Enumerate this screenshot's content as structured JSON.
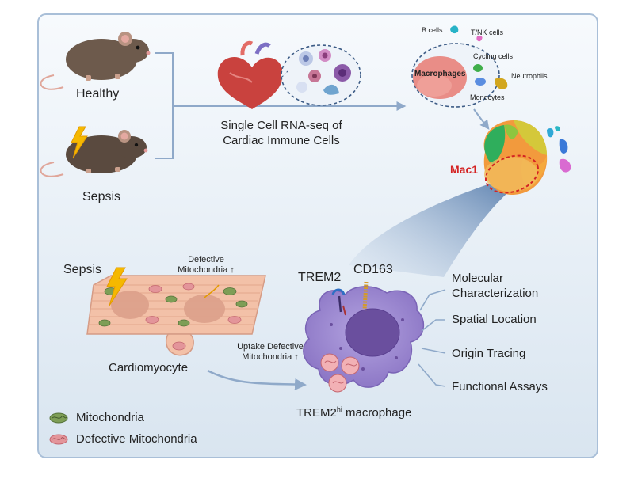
{
  "figure": {
    "mice": {
      "healthy_label": "Healthy",
      "sepsis_label": "Sepsis"
    },
    "scrnaseq": {
      "line1": "Single Cell RNA-seq of",
      "line2": "Cardiac Immune Cells"
    },
    "clusters": {
      "b_cells": "B cells",
      "tnk_cells": "T/NK cells",
      "cycling_cells": "Cycling cells",
      "macrophages": "Macrophages",
      "neutrophils": "Neutrophils",
      "monocytes": "Monocytes",
      "mac1": "Mac1"
    },
    "lower": {
      "sepsis_label": "Sepsis",
      "defective_mito": "Defective Mitochondria ↑",
      "cardiomyocyte": "Cardiomyocyte",
      "uptake": "Uptake Defective Mitochondria ↑",
      "trem2": "TREM2",
      "cd163": "CD163",
      "macrophage_prefix": "TREM2",
      "macrophage_sup": "hi",
      "macrophage_suffix": " macrophage"
    },
    "characterization": [
      "Molecular Characterization",
      "Spatial Location",
      "Origin Tracing",
      "Functional Assays"
    ],
    "legend": [
      {
        "label": "Mitochondria",
        "color": "#7e9e56"
      },
      {
        "label": "Defective Mitochondria",
        "color": "#e3959a"
      }
    ],
    "colors": {
      "frame_border": "#a9bfd8",
      "frame_fill_top": "#f6f9fc",
      "frame_fill_bottom": "#dde8f2",
      "macrophage": "#9a86cf",
      "cardiomyocyte": "#f3c1a8",
      "mac1_highlight": "#d42323"
    }
  }
}
